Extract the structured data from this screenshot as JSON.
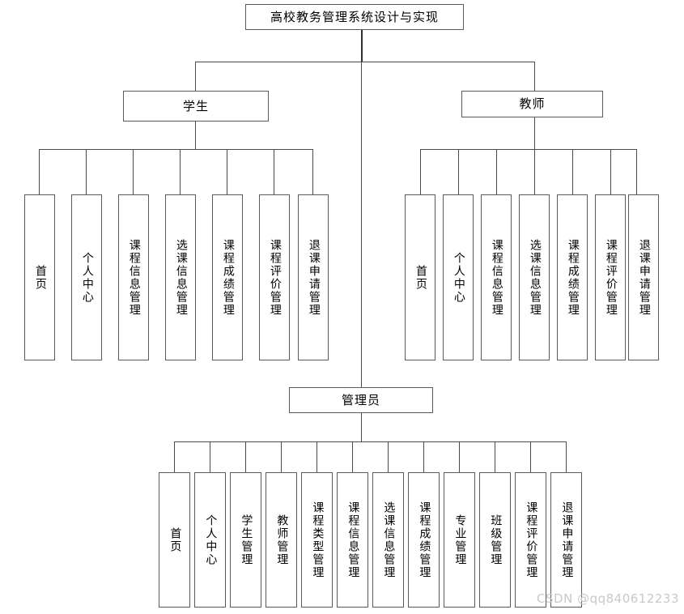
{
  "diagram": {
    "type": "tree",
    "title": "高校教务管理系统设计与实现",
    "root": {
      "label": "高校教务管理系统设计与实现"
    },
    "roles": [
      {
        "id": "student",
        "label": "学生"
      },
      {
        "id": "teacher",
        "label": "教师"
      },
      {
        "id": "admin",
        "label": "管理员"
      }
    ],
    "student_functions": [
      {
        "label": "首页"
      },
      {
        "label": "个人中心"
      },
      {
        "label": "课程信息管理"
      },
      {
        "label": "选课信息管理"
      },
      {
        "label": "课程成绩管理"
      },
      {
        "label": "课程评价管理"
      },
      {
        "label": "退课申请管理"
      }
    ],
    "teacher_functions": [
      {
        "label": "首页"
      },
      {
        "label": "个人中心"
      },
      {
        "label": "课程信息管理"
      },
      {
        "label": "选课信息管理"
      },
      {
        "label": "课程成绩管理"
      },
      {
        "label": "课程评价管理"
      },
      {
        "label": "退课申请管理"
      }
    ],
    "admin_functions": [
      {
        "label": "首页"
      },
      {
        "label": "个人中心"
      },
      {
        "label": "学生管理"
      },
      {
        "label": "教师管理"
      },
      {
        "label": "课程类型管理"
      },
      {
        "label": "课程信息管理"
      },
      {
        "label": "选课信息管理"
      },
      {
        "label": "课程成绩管理"
      },
      {
        "label": "专业管理"
      },
      {
        "label": "班级管理"
      },
      {
        "label": "课程评价管理"
      },
      {
        "label": "退课申请管理"
      }
    ],
    "watermark": "CSDN @qq840612233",
    "colors": {
      "line": "#4a4a4a",
      "border": "#5a5a5a",
      "background": "#ffffff",
      "text": "#000000",
      "watermark": "#c9c9c9"
    }
  }
}
